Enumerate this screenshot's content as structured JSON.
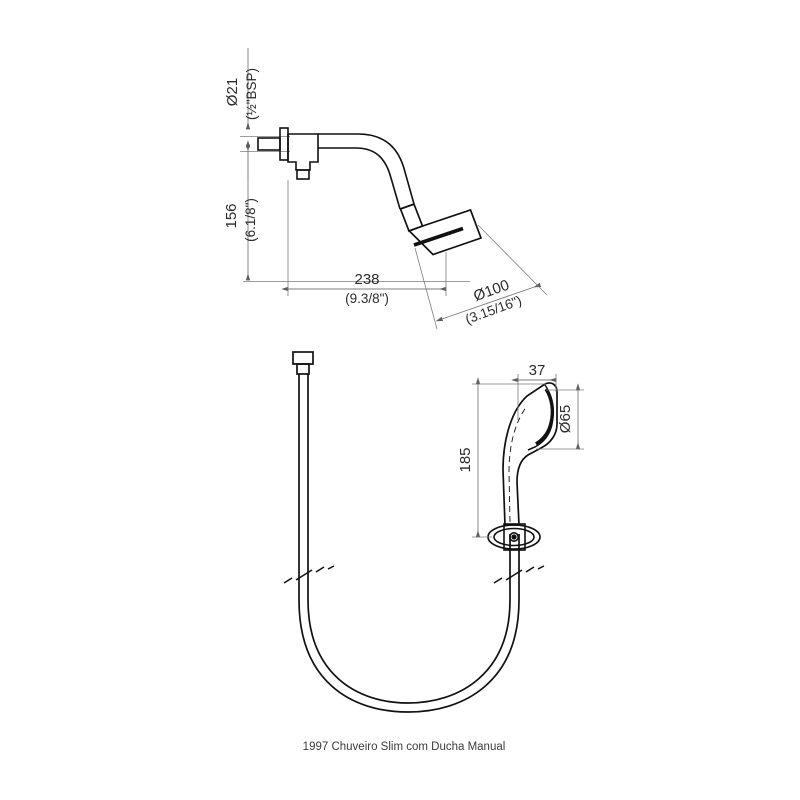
{
  "sheet": {
    "background_color": "#ffffff",
    "object_line_color": "#111111",
    "dimension_line_color": "#7d7d7d",
    "text_color": "#2b2b2b",
    "caption_color": "#3b3b3b"
  },
  "caption": {
    "text": "1997 Chuveiro Slim com Ducha Manual"
  },
  "dimensions": {
    "inlet_diameter": {
      "value": "Ø21",
      "sub": "(½\"BSP)",
      "orientation": "vertical-rotated"
    },
    "arm_height": {
      "value": "156",
      "sub": "(6.1/8\")",
      "orientation": "vertical-rotated"
    },
    "arm_reach": {
      "value": "238",
      "sub": "(9.3/8\")",
      "orientation": "horizontal"
    },
    "head_diameter": {
      "value": "Ø100",
      "sub": "(3.15/16\")",
      "orientation": "diagonal"
    },
    "handshower_length": {
      "value": "185",
      "sub": "",
      "orientation": "vertical-rotated"
    },
    "handshower_width": {
      "value": "37",
      "sub": "",
      "orientation": "horizontal"
    },
    "handshower_face_diameter": {
      "value": "Ø65",
      "sub": "",
      "orientation": "vertical-rotated"
    }
  },
  "parts": {
    "wall_inlet": "wall-inlet-fitting",
    "shower_arm": "curved-shower-arm",
    "shower_head": "angled-shower-head",
    "hose": "flexible-hose-loop",
    "hose_connector": "hose-top-connector-nut",
    "handshower": "hand-shower-handset",
    "handshower_ring": "handshower-cone-ring"
  }
}
